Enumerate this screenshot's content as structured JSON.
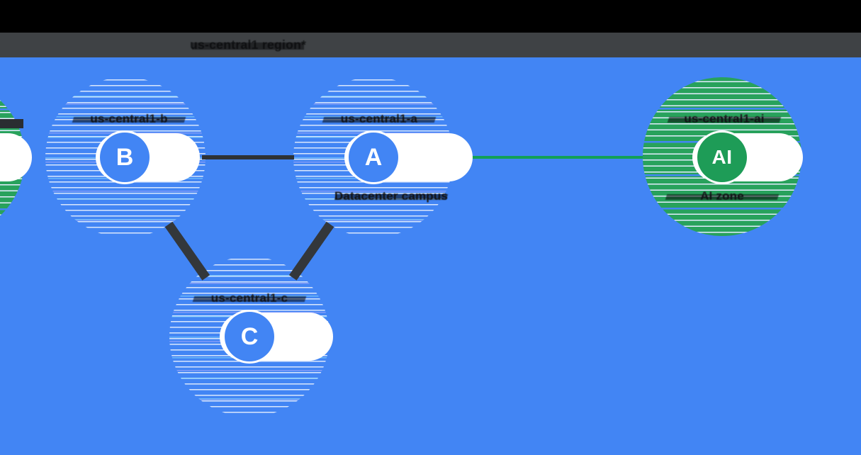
{
  "header": {
    "title": "us-central1 region*"
  },
  "diagram": {
    "zones": [
      {
        "id": "b",
        "label": "us-central1-b",
        "letter": "B"
      },
      {
        "id": "a",
        "label": "us-central1-a",
        "letter": "A",
        "sublabel": "Datacenter campus"
      },
      {
        "id": "c",
        "label": "us-central1-c",
        "letter": "C"
      },
      {
        "id": "ai",
        "label": "us-central1-ai",
        "letter": "AI",
        "sublabel": "AI zone"
      }
    ],
    "connections": [
      {
        "from": "B",
        "to": "A",
        "color": "#2E3236"
      },
      {
        "from": "A",
        "to": "AI",
        "color": "#12A056"
      },
      {
        "from": "B",
        "to": "C",
        "color": "#33373B"
      },
      {
        "from": "A",
        "to": "C",
        "color": "#33373B"
      }
    ],
    "colors": {
      "background": "#4285F4",
      "header_black": "#000000",
      "header_gray": "#3F4245",
      "zone_node_blue": "#4285F4",
      "zone_node_green": "#1E9C57",
      "green_region_stripe": "#28A25C",
      "pill_white": "#FFFFFF",
      "label_text": "#1E2124"
    }
  }
}
